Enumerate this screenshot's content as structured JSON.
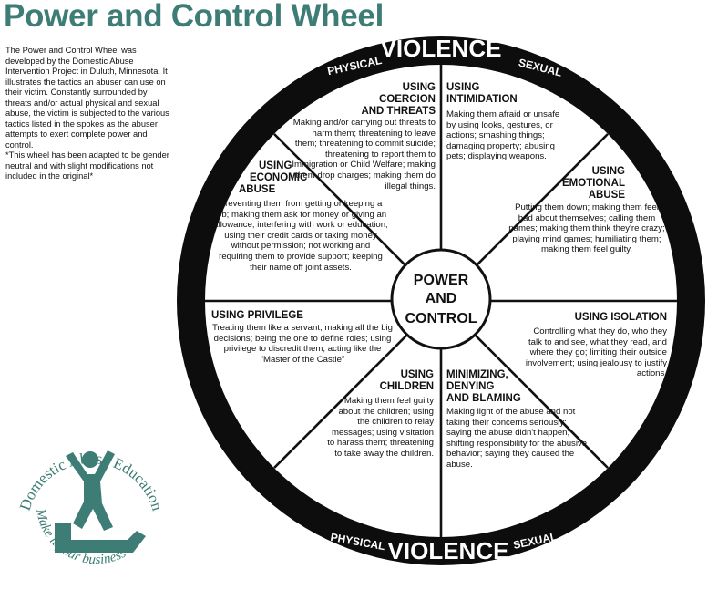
{
  "title": "Power and Control Wheel",
  "intro": {
    "text": "The Power and Control Wheel was developed by the Domestic Abuse Intervention Project in Duluth, Minnesota. It illustrates the tactics an abuser can use on their victim. Constantly surrounded by threats and/or actual physical and sexual abuse, the victim is subjected to the various tactics listed in the spokes as the abuser attempts to exert complete power and control.",
    "note": "*This wheel has been adapted to be gender neutral and with slight modifications not included in the original*"
  },
  "rim": {
    "top": {
      "left": "PHYSICAL",
      "center": "VIOLENCE",
      "right": "SEXUAL"
    },
    "bottom": {
      "left": "PHYSICAL",
      "center": "VIOLENCE",
      "right": "SEXUAL"
    }
  },
  "hub": {
    "line1": "POWER",
    "line2": "AND",
    "line3": "CONTROL"
  },
  "segments": {
    "coercion": {
      "heading": [
        "USING",
        "COERCION",
        "AND THREATS"
      ],
      "body": "Making and/or carrying out threats to harm them; threatening to leave them; threatening to commit suicide; threatening to report them to Immigration or Child Welfare; making them drop charges; making them do illegal things."
    },
    "intimidation": {
      "heading": [
        "USING",
        "INTIMIDATION"
      ],
      "body": "Making them afraid or unsafe by using looks, gestures, or actions; smashing things; damaging property; abusing pets; displaying weapons."
    },
    "emotional": {
      "heading": [
        "USING",
        "EMOTIONAL",
        "ABUSE"
      ],
      "body": "Putting them down; making them feel bad about themselves; calling them names; making them think they're crazy; playing mind games; humiliating them; making them feel guilty."
    },
    "isolation": {
      "heading": [
        "USING ISOLATION"
      ],
      "body": "Controlling what they do, who they talk to and see, what they read, and where they go; limiting their outside involvement; using jealousy to justify actions."
    },
    "minimizing": {
      "heading": [
        "MINIMIZING,",
        "DENYING",
        "AND BLAMING"
      ],
      "body": "Making light of the abuse and not taking their concerns seriously; saying the abuse didn't happen; shifting responsibility for the abusive behavior; saying they caused the abuse."
    },
    "children": {
      "heading": [
        "USING",
        "CHILDREN"
      ],
      "body": "Making them feel guilty about the children; using the children to relay messages; using visitation to harass them; threatening to take away the children."
    },
    "privilege": {
      "heading": [
        "USING PRIVILEGE"
      ],
      "body": "Treating them like a servant, making all the big decisions; being the one to define roles; using privilege to discredit them; acting like the \"Master of the Castle\""
    },
    "economic": {
      "heading": [
        "USING",
        "ECONOMIC",
        "ABUSE"
      ],
      "body": "Preventing them from getting or keeping a job; making them ask for money or giving an allowance; interfering with work or education; using their credit cards or taking money without permission; not working and requiring them to provide support; keeping their name off joint assets."
    }
  },
  "logo": {
    "arc_text": "Domestic Abuse Education",
    "tagline": "Make it your business",
    "color": "#3d7d76"
  },
  "colors": {
    "rim": "#0d0d0d",
    "accent": "#3d7d76",
    "spoke": "#111111"
  }
}
